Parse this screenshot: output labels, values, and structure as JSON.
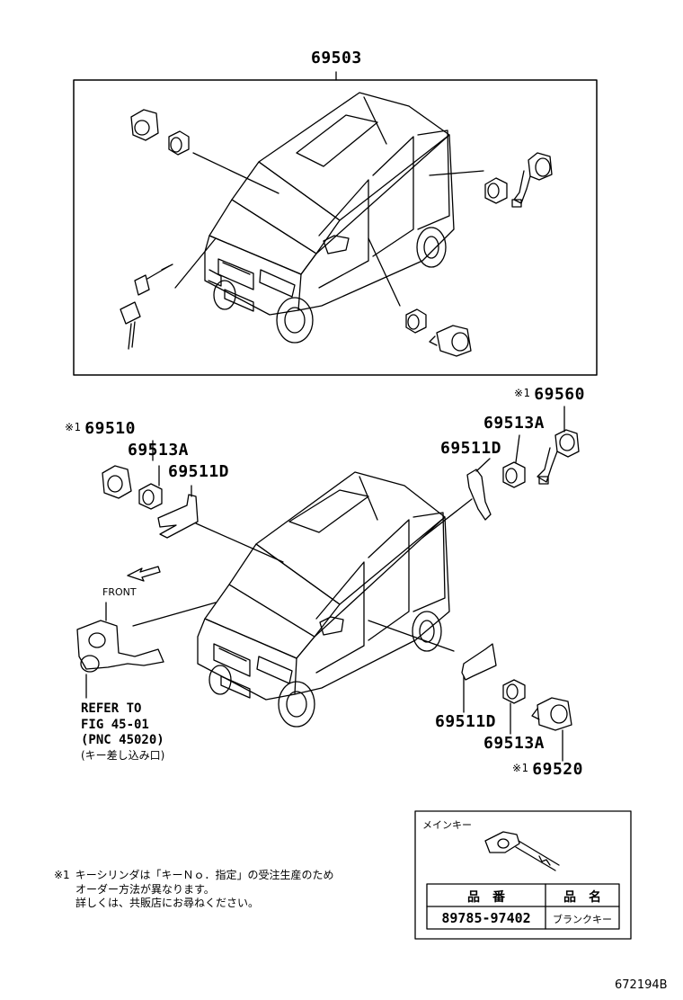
{
  "labels": {
    "assembly": "69503",
    "door_lock_rh": "69560",
    "front_lock_lh": "69510",
    "cyl_front_lh": "69513A",
    "lever_front_lh": "69511D",
    "cyl_rh": "69513A",
    "lever_rh": "69511D",
    "lever_rear": "69511D",
    "cyl_rear": "69513A",
    "rear_lock": "69520",
    "marker": "※1"
  },
  "front_label": "FRONT",
  "refer": {
    "line1": "REFER TO",
    "line2": "FIG 45-01",
    "line3": "(PNC 45020)",
    "line4": "(キー差し込み口)"
  },
  "note": {
    "marker": "※1",
    "line1": "キーシリンダは「キーＮｏ．指定」の受注生産のため",
    "line2": "オーダー方法が異なります。",
    "line3": "詳しくは、共販店にお尋ねください。"
  },
  "key_table": {
    "title": "メインキー",
    "headers": [
      "品　番",
      "品　名"
    ],
    "rows": [
      [
        "89785-97402",
        "ブランクキー"
      ]
    ]
  },
  "figure_id": "672194B"
}
